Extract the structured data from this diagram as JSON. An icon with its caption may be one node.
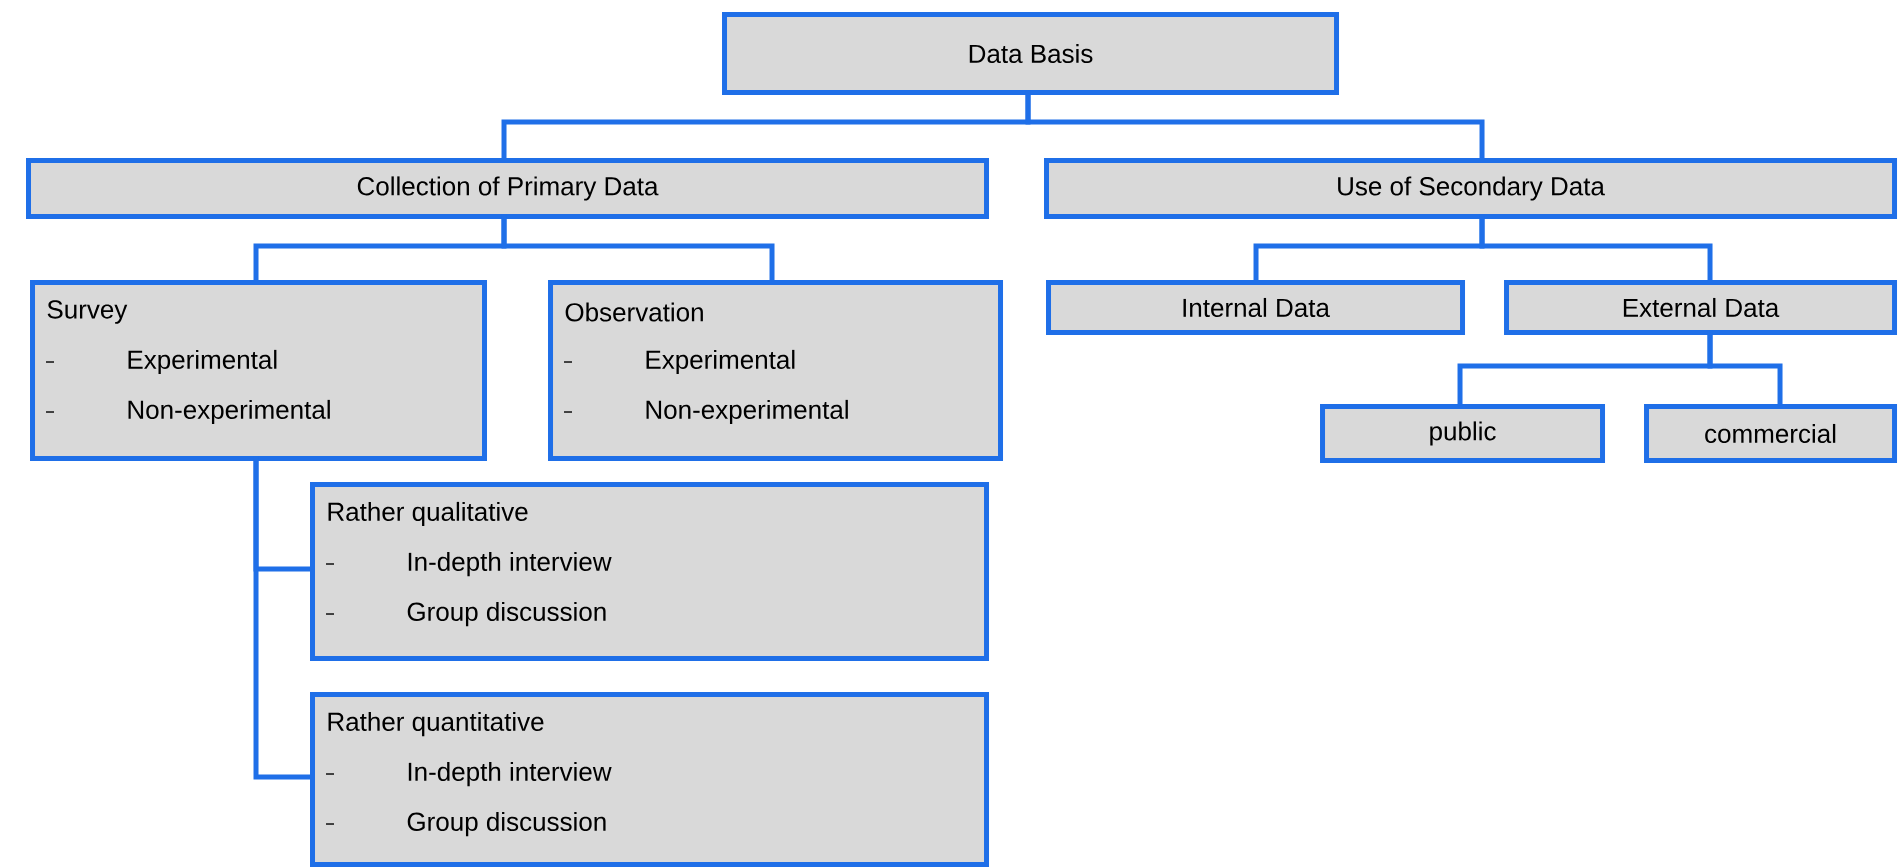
{
  "diagram": {
    "nodes": [
      {
        "text": [
          "Data Basis"
        ]
      },
      {
        "text": [
          "Collection of Primary Data"
        ]
      },
      {
        "text": [
          "Use of Secondary Data"
        ]
      },
      {
        "text": [
          "Survey",
          "Experimental",
          "Non-experimental"
        ]
      },
      {
        "text": [
          "Observation",
          "Experimental",
          "Non-experimental"
        ]
      },
      {
        "text": [
          "Internal Data"
        ]
      },
      {
        "text": [
          "External Data"
        ]
      },
      {
        "text": [
          "public"
        ]
      },
      {
        "text": [
          "commercial"
        ]
      },
      {
        "text": [
          "Rather qualitative",
          "In-depth interview",
          "Group discussion"
        ]
      },
      {
        "text": [
          "Rather quantitative",
          "In-depth interview",
          "Group discussion"
        ]
      }
    ],
    "edges": [
      {
        "from": 0,
        "to": 1,
        "arrow": "none"
      },
      {
        "from": 0,
        "to": 2,
        "arrow": "none"
      },
      {
        "from": 1,
        "to": 3,
        "arrow": "none"
      },
      {
        "from": 1,
        "to": 4,
        "arrow": "none"
      },
      {
        "from": 2,
        "to": 5,
        "arrow": "none"
      },
      {
        "from": 2,
        "to": 6,
        "arrow": "none"
      },
      {
        "from": 6,
        "to": 7,
        "arrow": "none"
      },
      {
        "from": 6,
        "to": 8,
        "arrow": "none"
      },
      {
        "from": 3,
        "to": 9,
        "arrow": "none"
      },
      {
        "from": 3,
        "to": 10,
        "arrow": "none"
      }
    ]
  }
}
